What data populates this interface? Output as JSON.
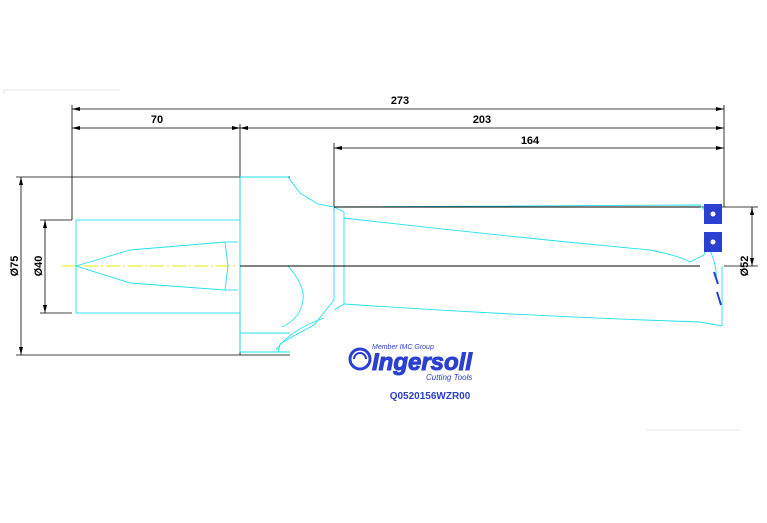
{
  "dimensions": {
    "overall_length": "273",
    "shank_length": "70",
    "body_length": "203",
    "flute_length": "164",
    "flange_diameter": "Ø75",
    "shank_diameter": "Ø40",
    "drill_diameter": "Ø52"
  },
  "logo": {
    "tagline_top": "Member IMC Group",
    "brand": "Ingersoll",
    "tagline_bottom": "Cutting Tools"
  },
  "part_number": "Q0520156WZR00",
  "colors": {
    "outline": "#22e0ee",
    "centerline": "#e8e800",
    "insert": "#2b3fd1",
    "brand": "#2b3fd1"
  }
}
